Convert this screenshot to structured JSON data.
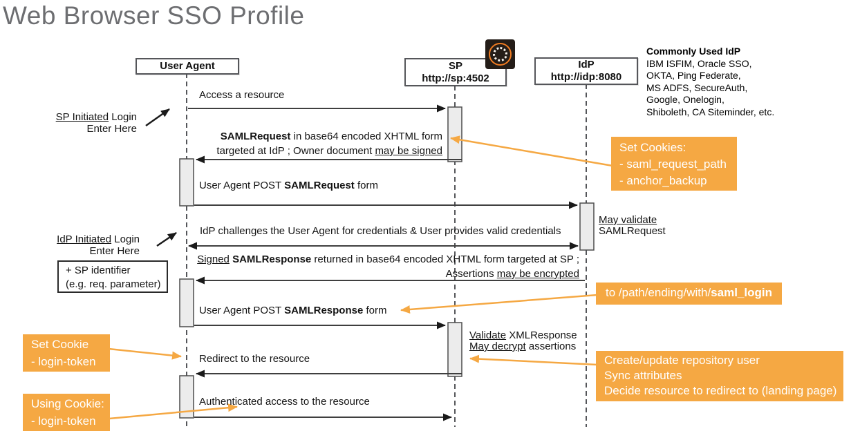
{
  "title": "Web Browser SSO Profile",
  "colors": {
    "orange": "#F5A843",
    "line": "#3f3f3f",
    "title": "#6d6e71"
  },
  "icons": {
    "aem_badge": "aem-logo (dark square, orange ring, white chain)"
  },
  "lifelines": {
    "user_agent": {
      "label": "User Agent"
    },
    "sp": {
      "name": "SP",
      "url": "http://sp:4502"
    },
    "idp": {
      "name": "IdP",
      "url": "http://idp:8080"
    }
  },
  "idp_list": {
    "heading": "Commonly Used IdP",
    "line1": "IBM ISFIM, Oracle SSO,",
    "line2": "OKTA, Ping Federate,",
    "line3": "MS ADFS, SecureAuth,",
    "line4": "Google, Onelogin,",
    "line5": "Shiboleth, CA Siteminder, etc."
  },
  "annotations": {
    "sp_initiated": {
      "underlined": "SP Initiated",
      "rest": " Login",
      "line2": "Enter Here"
    },
    "idp_initiated": {
      "underlined": "IdP Initiated",
      "rest": " Login",
      "line2": "Enter Here"
    },
    "sp_identifier": {
      "line1": "+ SP identifier",
      "line2": "(e.g. req. parameter)"
    },
    "may_validate": {
      "underlined": "May validate",
      "line2": "SAMLRequest"
    },
    "validate_xml": {
      "u1": "Validate",
      "r1": " XMLResponse",
      "u2": "May decrypt",
      "r2": " assertions"
    }
  },
  "messages": {
    "access_resource": {
      "text": "Access a resource"
    },
    "saml_request": {
      "bold": "SAMLRequest",
      "rest1": " in base64 encoded XHTML form",
      "rest2": "targeted at IdP ; Owner document ",
      "underlined": "may be signed"
    },
    "post_saml_request": {
      "pre": "User Agent POST ",
      "bold": "SAMLRequest",
      "post": " form"
    },
    "idp_challenges": {
      "text": "IdP challenges the User Agent for credentials & User provides valid credentials"
    },
    "saml_response": {
      "underlined1": "Signed",
      "bold": " SAMLResponse",
      "rest1": " returned in base64 encoded XHTML form targeted at SP ;",
      "rest2": "Assertions ",
      "underlined2": "may be encrypted"
    },
    "post_saml_response": {
      "pre": "User Agent POST ",
      "bold": "SAMLResponse",
      "post": " form"
    },
    "redirect": {
      "text": "Redirect to the resource"
    },
    "auth_access": {
      "text": "Authenticated access to the resource"
    }
  },
  "callouts": {
    "set_cookies": {
      "line1": "Set Cookies:",
      "line2": "- saml_request_path",
      "line3": "- anchor_backup"
    },
    "saml_login_path": {
      "pre": "to /path/ending/with/",
      "bold": "saml_login"
    },
    "set_cookie": {
      "line1": "Set Cookie",
      "line2": "- login-token"
    },
    "create_user": {
      "line1": "Create/update repository user",
      "line2": "Sync attributes",
      "line3": "Decide resource to redirect to (landing page)"
    },
    "using_cookie": {
      "line1": "Using Cookie:",
      "line2": "- login-token"
    }
  }
}
